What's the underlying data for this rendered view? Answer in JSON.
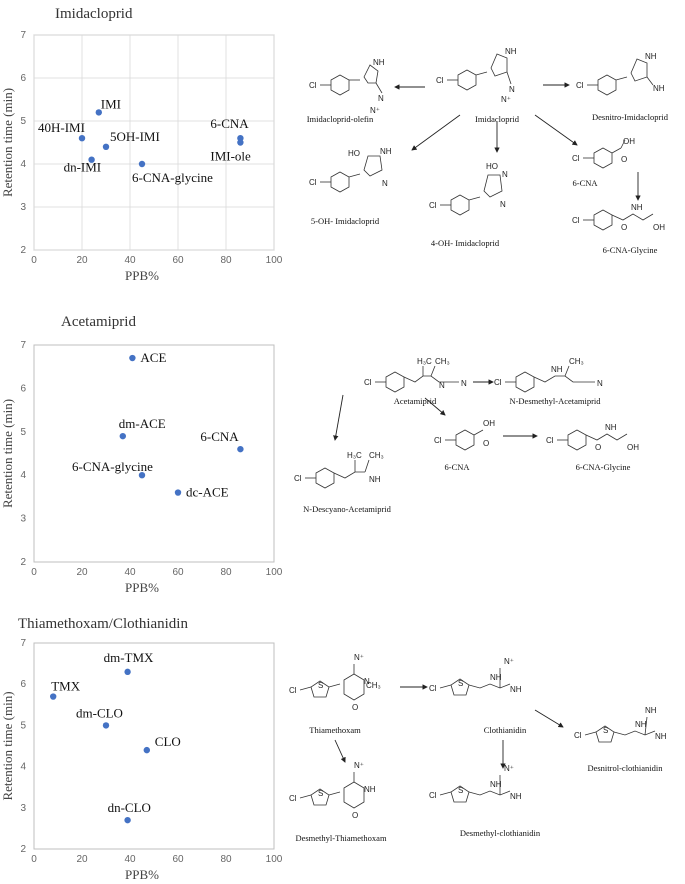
{
  "colors": {
    "point": "#4472c4",
    "grid": "#d9d9d9",
    "axis": "#bfbfbf"
  },
  "chart_data": [
    {
      "type": "scatter",
      "title": "Imidacloprid",
      "xlabel": "PPB%",
      "ylabel": "Retention time (min)",
      "xlim": [
        0,
        100
      ],
      "ylim": [
        2,
        7
      ],
      "xticks": [
        0,
        20,
        40,
        60,
        80,
        100
      ],
      "yticks": [
        2,
        3,
        4,
        5,
        6,
        7
      ],
      "grid": true,
      "points": [
        {
          "label": "IMI",
          "x": 27,
          "y": 5.2
        },
        {
          "label": "40H-IMI",
          "x": 20,
          "y": 4.6
        },
        {
          "label": "5OH-IMI",
          "x": 30,
          "y": 4.4
        },
        {
          "label": "dn-IMI",
          "x": 24,
          "y": 4.1
        },
        {
          "label": "6-CNA-glycine",
          "x": 45,
          "y": 4.0
        },
        {
          "label": "6-CNA",
          "x": 86,
          "y": 4.6
        },
        {
          "label": "IMI-ole",
          "x": 86,
          "y": 4.5
        }
      ]
    },
    {
      "type": "scatter",
      "title": "Acetamiprid",
      "xlabel": "PPB%",
      "ylabel": "Retention time (min)",
      "xlim": [
        0,
        100
      ],
      "ylim": [
        2,
        7
      ],
      "xticks": [
        0,
        20,
        40,
        60,
        80,
        100
      ],
      "yticks": [
        2,
        3,
        4,
        5,
        6,
        7
      ],
      "grid": false,
      "points": [
        {
          "label": "ACE",
          "x": 41,
          "y": 6.7
        },
        {
          "label": "dm-ACE",
          "x": 37,
          "y": 4.9
        },
        {
          "label": "6-CNA",
          "x": 86,
          "y": 4.6
        },
        {
          "label": "6-CNA-glycine",
          "x": 45,
          "y": 4.0
        },
        {
          "label": "dc-ACE",
          "x": 60,
          "y": 3.6
        }
      ]
    },
    {
      "type": "scatter",
      "title": "Thiamethoxam/Clothianidin",
      "xlabel": "PPB%",
      "ylabel": "Retention time (min)",
      "xlim": [
        0,
        100
      ],
      "ylim": [
        2,
        7
      ],
      "xticks": [
        0,
        20,
        40,
        60,
        80,
        100
      ],
      "yticks": [
        2,
        3,
        4,
        5,
        6,
        7
      ],
      "grid": false,
      "points": [
        {
          "label": "TMX",
          "x": 8,
          "y": 5.7
        },
        {
          "label": "dm-TMX",
          "x": 39,
          "y": 6.3
        },
        {
          "label": "dm-CLO",
          "x": 30,
          "y": 5.0
        },
        {
          "label": "CLO",
          "x": 47,
          "y": 4.4
        },
        {
          "label": "dn-CLO",
          "x": 39,
          "y": 2.7
        }
      ]
    }
  ],
  "schemes": {
    "imi": [
      "Imidacloprid-olefin",
      "Imidacloprid",
      "Desnitro-Imidacloprid",
      "5-OH- Imidacloprid",
      "4-OH- Imidacloprid",
      "6-CNA",
      "6-CNA-Glycine"
    ],
    "ace": [
      "Acetamiprid",
      "N-Desmethyl-Acetamiprid",
      "N-Descyano-Acetamiprid",
      "6-CNA",
      "6-CNA-Glycine"
    ],
    "tmx": [
      "Thiamethoxam",
      "Clothianidin",
      "Desnitrol-clothianidin",
      "Desmethyl-Thiamethoxam",
      "Desmethyl-clothianidin"
    ]
  }
}
